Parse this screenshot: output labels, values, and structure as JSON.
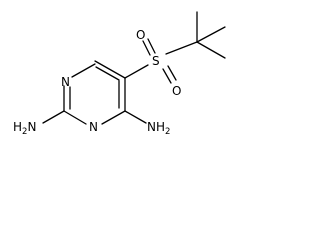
{
  "molecule": {
    "atoms": {
      "n1": "N",
      "n3": "N",
      "s": "S",
      "o_upper": "O",
      "o_lower": "O",
      "amine_left": {
        "main": "H",
        "sub": "2",
        "tail": "N"
      },
      "amine_right": {
        "main": "NH",
        "sub": "2"
      }
    }
  }
}
